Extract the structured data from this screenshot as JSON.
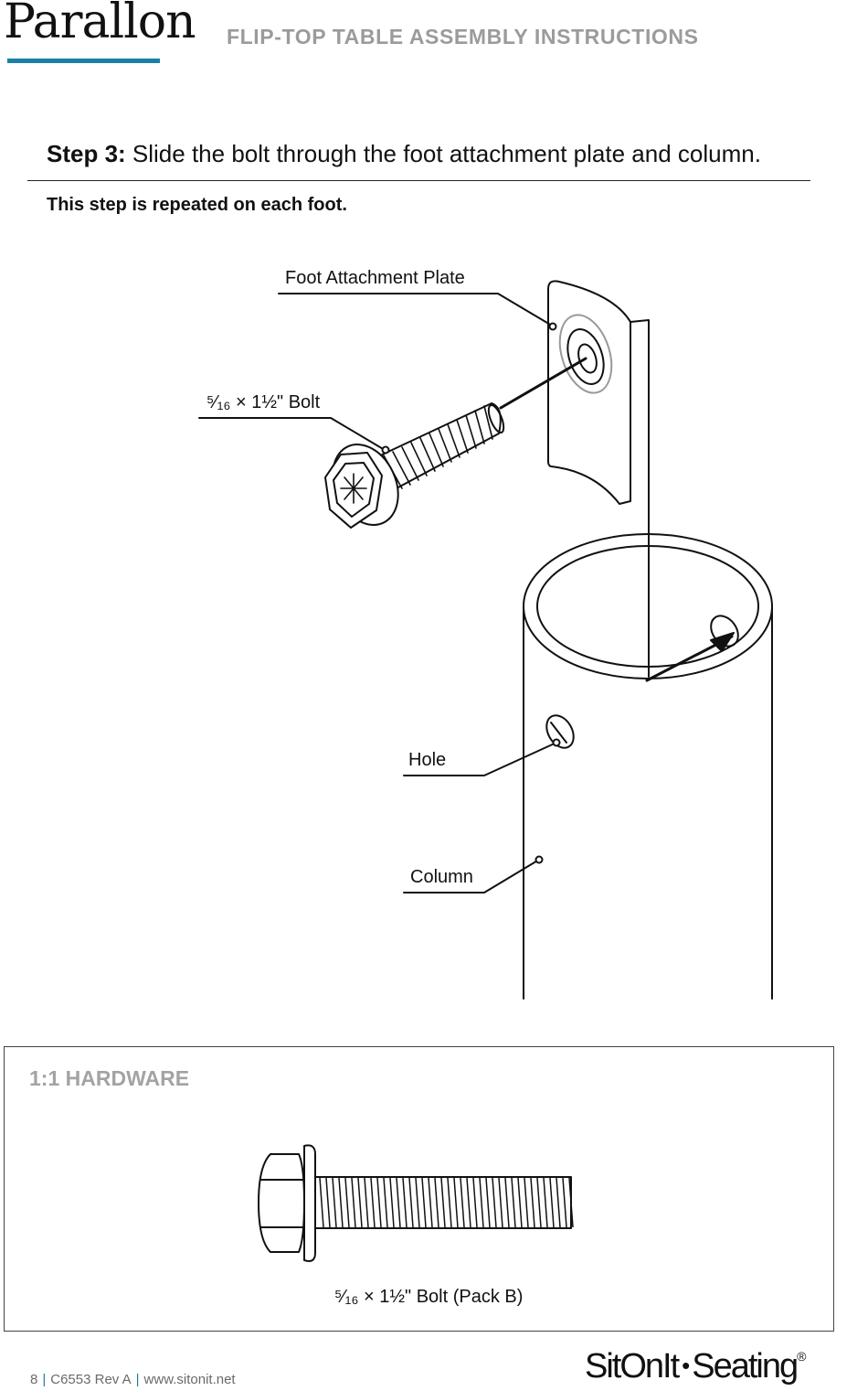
{
  "header": {
    "brand": "Parallon",
    "doc_title": "FLIP-TOP TABLE ASSEMBLY INSTRUCTIONS"
  },
  "step": {
    "number": "Step 3:",
    "text": " Slide the bolt through the foot attachment plate and column.",
    "note": "This step is repeated on each foot."
  },
  "callouts": {
    "plate": "Foot Attachment Plate",
    "bolt": "⁵⁄₁₆ × 1½\" Bolt",
    "hole": "Hole",
    "column": "Column"
  },
  "hardware": {
    "title": "1:1 HARDWARE",
    "caption": "⁵⁄₁₆ × 1½\" Bolt (Pack B)"
  },
  "footer": {
    "page": "8",
    "doc_code": "C6553 Rev A",
    "website": "www.sitonit.net",
    "logo_left": "SitOnIt",
    "logo_dot": "•",
    "logo_right": "Seating",
    "logo_reg": "®"
  },
  "colors": {
    "accent": "#1b7fa5",
    "muted": "#9b9b9b"
  }
}
